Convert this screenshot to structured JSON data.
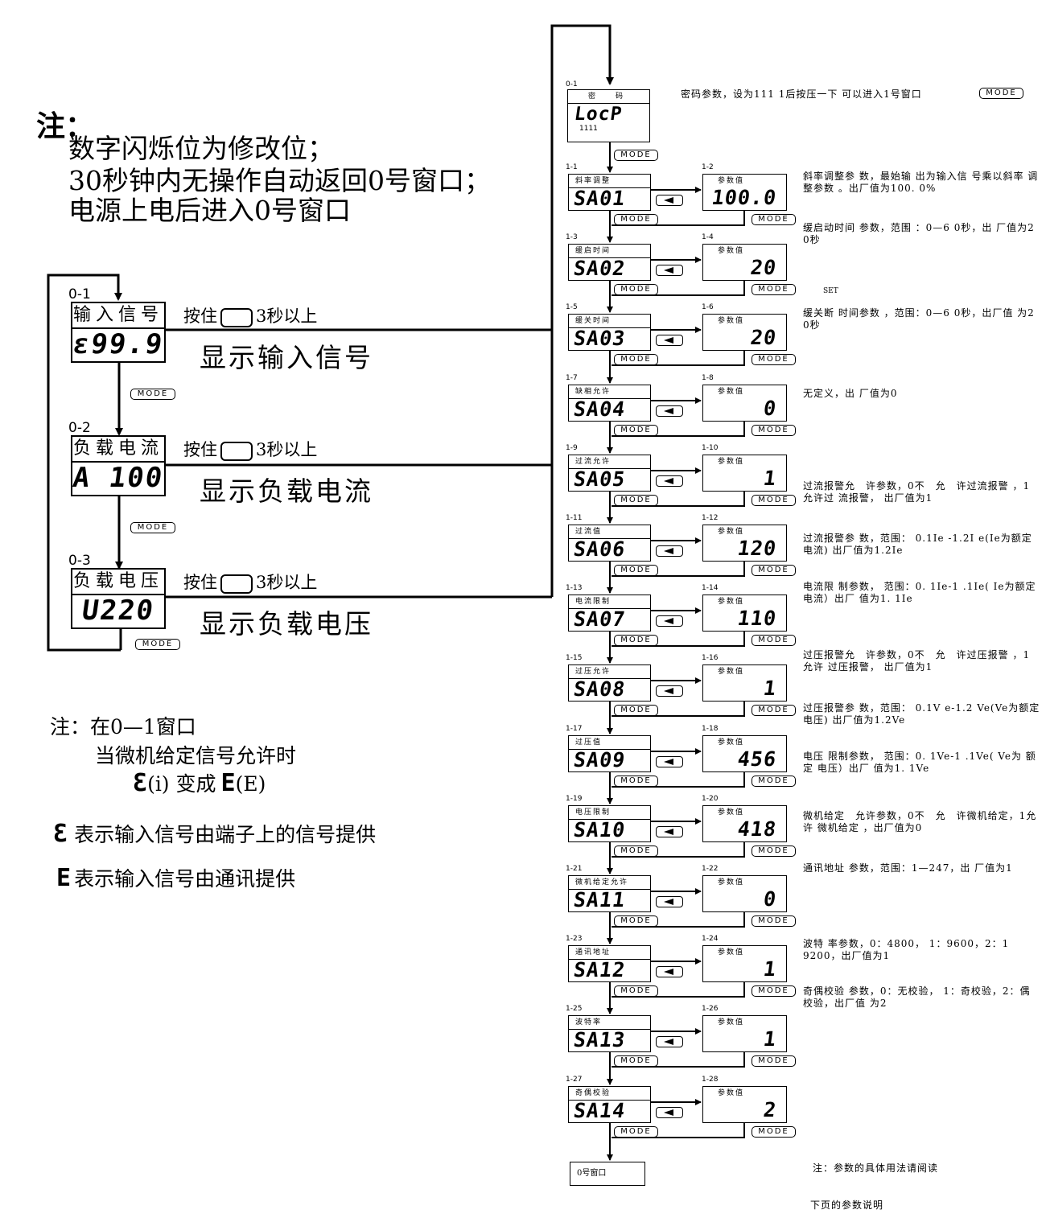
{
  "notes": {
    "title": "注：",
    "lines": [
      "数字闪烁位为修改位；",
      "30秒钟内无操作自动返回0号窗口；",
      "电源上电后进入0号窗口"
    ]
  },
  "left_windows": [
    {
      "code": "0-1",
      "title": "输入信号",
      "display": "ε99.9",
      "hold": "按住",
      "hold_suffix": "3秒以上",
      "description": "显示输入信号"
    },
    {
      "code": "0-2",
      "title": "负载电流",
      "display": "A 100",
      "hold": "按住",
      "hold_suffix": "3秒以上",
      "description": "显示负载电流"
    },
    {
      "code": "0-3",
      "title": "负载电压",
      "display": "U220",
      "hold": "按住",
      "hold_suffix": "3秒以上",
      "description": "显示负载电压"
    }
  ],
  "mode_label": "MODE",
  "bottom_note": {
    "line1": "注：在0—1窗口",
    "line2": "当微机给定信号允许时",
    "line3_glyph_i": "Ɛ",
    "line3_mid": "(i) 变成",
    "line3_glyph_e": "E",
    "line3_tail": "(E)",
    "line4_glyph": "Ɛ",
    "line4_text": "表示输入信号由端子上的信号提供",
    "line5_glyph": "E",
    "line5_text": "表示输入信号由通讯提供"
  },
  "lock_window": {
    "code": "0-1",
    "title": "密　码",
    "display": "LocP",
    "value": "1111",
    "description": "密码参数，设为111 1后按压一下 可以进入1号窗口"
  },
  "param_windows": [
    {
      "code": "1-1",
      "title": "斜率调整",
      "display": "SA01",
      "value_code": "1-2",
      "value_title": "参数值",
      "value": "100.0"
    },
    {
      "code": "1-3",
      "title": "缓启时间",
      "display": "SA02",
      "value_code": "1-4",
      "value_title": "参数值",
      "value": "20"
    },
    {
      "code": "1-5",
      "title": "缓关时间",
      "display": "SA03",
      "value_code": "1-6",
      "value_title": "参数值",
      "value": "20"
    },
    {
      "code": "1-7",
      "title": "缺相允许",
      "display": "SA04",
      "value_code": "1-8",
      "value_title": "参数值",
      "value": "0"
    },
    {
      "code": "1-9",
      "title": "过流允许",
      "display": "SA05",
      "value_code": "1-10",
      "value_title": "参数值",
      "value": "1"
    },
    {
      "code": "1-11",
      "title": "过流值",
      "display": "SA06",
      "value_code": "1-12",
      "value_title": "参数值",
      "value": "120"
    },
    {
      "code": "1-13",
      "title": "电流限制",
      "display": "SA07",
      "value_code": "1-14",
      "value_title": "参数值",
      "value": "110"
    },
    {
      "code": "1-15",
      "title": "过压允许",
      "display": "SA08",
      "value_code": "1-16",
      "value_title": "参数值",
      "value": "1"
    },
    {
      "code": "1-17",
      "title": "过压值",
      "display": "SA09",
      "value_code": "1-18",
      "value_title": "参数值",
      "value": "456"
    },
    {
      "code": "1-19",
      "title": "电压限制",
      "display": "SA10",
      "value_code": "1-20",
      "value_title": "参数值",
      "value": "418"
    },
    {
      "code": "1-21",
      "title": "微机给定允许",
      "display": "SA11",
      "value_code": "1-22",
      "value_title": "参数值",
      "value": "0"
    },
    {
      "code": "1-23",
      "title": "通讯地址",
      "display": "SA12",
      "value_code": "1-24",
      "value_title": "参数值",
      "value": "1"
    },
    {
      "code": "1-25",
      "title": "波特率",
      "display": "SA13",
      "value_code": "1-26",
      "value_title": "参数值",
      "value": "1"
    },
    {
      "code": "1-27",
      "title": "奇偶校验",
      "display": "SA14",
      "value_code": "1-28",
      "value_title": "参数值",
      "value": "2"
    }
  ],
  "param_descriptions": [
    "斜率调整参 数，最始输 出为输入信 号乘以斜率 调整参数 。出厂值为100. 0%",
    "缓启动时间 参数，范围 ：0—6 0秒，出 厂值为2 0秒",
    "缓关断 时间参数 ，范围：0—6 0秒，出厂值 为2 0秒",
    "无定义，出 厂值为0",
    "过流报警允　许参数，0不　允　许过流报警 ，1允许过 流报警， 出厂值为1",
    "过流报警参 数，范围： 0.1Ie -1.2I e(Ie为额定电流) 出厂值为1.2Ie",
    "电流限 制参数， 范围：0. 1Ie-1 .1Ie( Ie为额定 电流）出厂 值为1. 1Ie",
    "过压报警允　许参数，0不　允　许过压报警 ，1允许 过压报警， 出厂值为1",
    "过压报警参 数，范围： 0.1V e-1.2 Ve(Ve为额定电压) 出厂值为1.2Ve",
    "电压 限制参数， 范围：0. 1Ve-1 .1Ve( Ve为 额定 电压）出厂 值为1. 1Ve",
    "微机给定　允许参数，0不　允　许微机给定，1允许 微机给定 ，出厂值为0",
    "通讯地址 参数，范围：1—247，出 厂值为1",
    "波特 率参数，0：4800， 1：9600，2：1 9200，出厂值为1",
    "奇偶校验 参数，0：无校验， 1：奇校验，2：偶校验，出厂值 为2"
  ],
  "set_label": "SET",
  "end_window": "0号窗口",
  "footer_note_1": "注：参数的具体用法请阅读",
  "footer_note_2": "下页的参数说明"
}
